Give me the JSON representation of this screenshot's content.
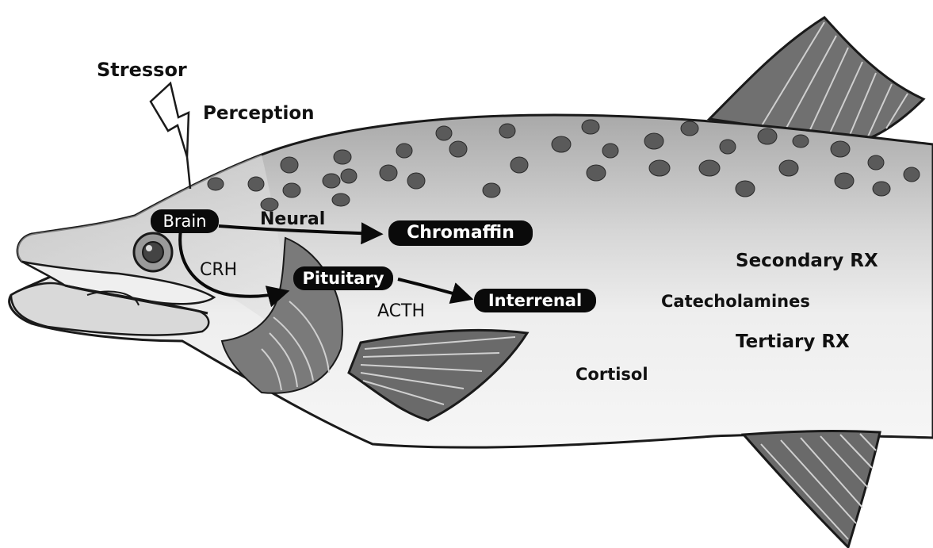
{
  "labels": {
    "stressor": "Stressor",
    "perception": "Perception",
    "neural": "Neural",
    "crh": "CRH",
    "acth": "ACTH",
    "secondary_rx": "Secondary RX",
    "catecholamines": "Catecholamines",
    "tertiary_rx": "Tertiary RX",
    "cortisol": "Cortisol"
  },
  "nodes": {
    "brain": "Brain",
    "chromaffin": "Chromaffin",
    "pituitary": "Pituitary",
    "interrenal": "Interrenal"
  },
  "colors": {
    "body_light": "#e6e6e6",
    "body_mid": "#bdbdbd",
    "fin_dark": "#6e6e6e",
    "outline": "#1a1a1a",
    "pill_bg": "#0a0a0a",
    "pill_text": "#ffffff"
  }
}
